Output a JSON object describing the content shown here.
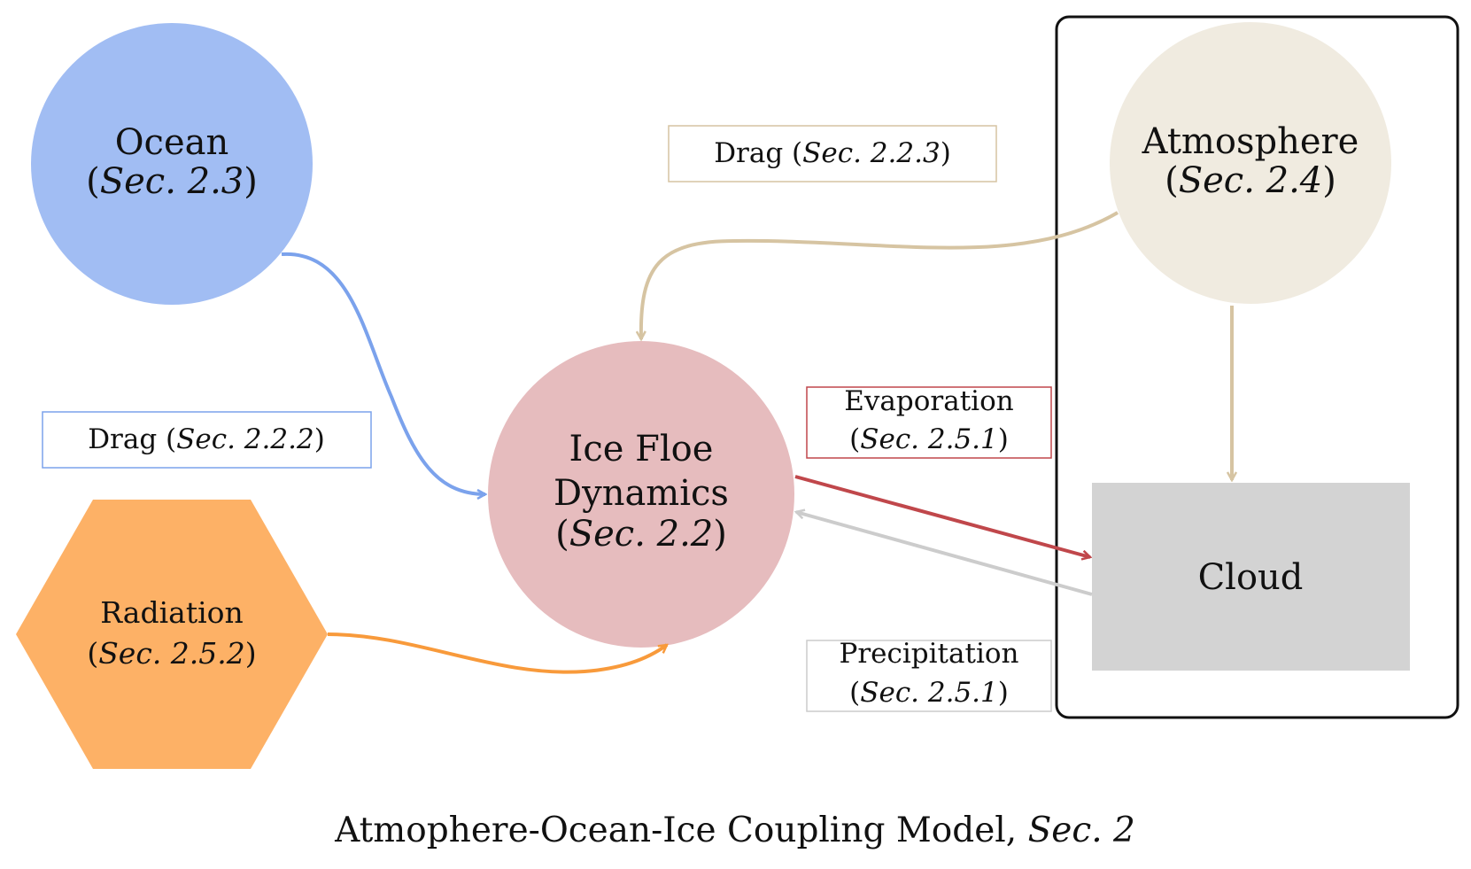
{
  "colors": {
    "ocean": "#a1bdf3",
    "ocean_edge": "#7ba2ec",
    "atmosphere": "#f0ebe0",
    "atmosphere_edge": "#d6c4a2",
    "ice": "#e6bcbe",
    "radiation": "#fdb166",
    "radiation_edge": "#f89a3b",
    "cloud": "#d3d3d3",
    "cloud_edge": "#cccccc",
    "evaporation": "#c0474b",
    "frame": "#111111"
  },
  "nodes": {
    "ocean": {
      "name": "Ocean",
      "ref_open": "(",
      "ref": "Sec. 2.3",
      "ref_close": ")"
    },
    "atmosphere": {
      "name": "Atmosphere",
      "ref_open": "(",
      "ref": "Sec. 2.4",
      "ref_close": ")"
    },
    "ice": {
      "line1": "Ice Floe",
      "line2": "Dynamics",
      "ref_open": "(",
      "ref": "Sec. 2.2",
      "ref_close": ")"
    },
    "radiation": {
      "name": "Radiation",
      "ref_open": "(",
      "ref": "Sec. 2.5.2",
      "ref_close": ")"
    },
    "cloud": {
      "name": "Cloud"
    }
  },
  "labels": {
    "drag_atmosphere": {
      "name": "Drag",
      "ref_open": "(",
      "ref": "Sec. 2.2.3",
      "ref_close": ")"
    },
    "drag_ocean": {
      "name": "Drag",
      "ref_open": "(",
      "ref": "Sec. 2.2.2",
      "ref_close": ")"
    },
    "evaporation": {
      "name": "Evaporation",
      "ref_open": "(",
      "ref": "Sec. 2.5.1",
      "ref_close": ")"
    },
    "precipitation": {
      "name": "Precipitation",
      "ref_open": "(",
      "ref": "Sec. 2.5.1",
      "ref_close": ")"
    }
  },
  "caption": {
    "text": "Atmophere-Ocean-Ice Coupling Model,",
    "ref": "Sec. 2"
  }
}
